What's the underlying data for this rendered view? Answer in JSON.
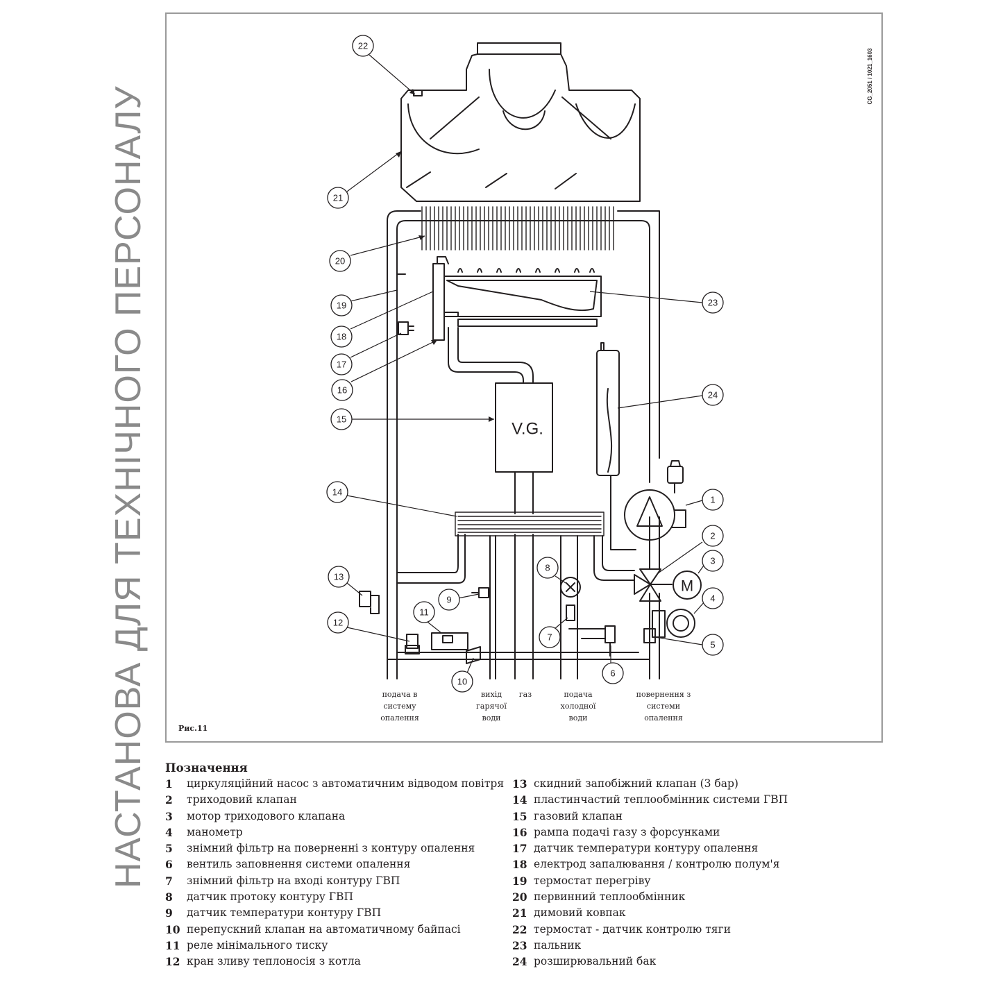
{
  "side_title": "НАСТАНОВА ДЛЯ ТЕХНІЧНОГО ПЕРСОНАЛУ",
  "diagram": {
    "code": "CG_2051 / 1021_1603",
    "fig_label": "Рис.11",
    "vg_label": "V.G.",
    "motor_label": "M",
    "callouts": [
      "1",
      "2",
      "3",
      "4",
      "5",
      "6",
      "7",
      "8",
      "9",
      "10",
      "11",
      "12",
      "13",
      "14",
      "15",
      "16",
      "17",
      "18",
      "19",
      "20",
      "21",
      "22",
      "23",
      "24"
    ],
    "connections": [
      {
        "lines": [
          "подача в",
          "систему",
          "опалення"
        ]
      },
      {
        "lines": [
          "вихід",
          "гарячої",
          "води"
        ]
      },
      {
        "lines": [
          "газ"
        ]
      },
      {
        "lines": [
          "подача",
          "холодної",
          "води"
        ]
      },
      {
        "lines": [
          "повернення з",
          "системи",
          "опалення"
        ]
      }
    ]
  },
  "legend": {
    "title": "Позначення",
    "left": [
      {
        "num": "1",
        "text": "циркуляційний насос з автоматичним відводом повітря"
      },
      {
        "num": "2",
        "text": "триходовий клапан"
      },
      {
        "num": "3",
        "text": "мотор триходового клапана"
      },
      {
        "num": "4",
        "text": "манометр"
      },
      {
        "num": "5",
        "text": "знімний фільтр на поверненні з контуру опалення"
      },
      {
        "num": "6",
        "text": "вентиль заповнення системи опалення"
      },
      {
        "num": "7",
        "text": "знімний фільтр на вході контуру ГВП"
      },
      {
        "num": "8",
        "text": "датчик протоку контуру ГВП"
      },
      {
        "num": "9",
        "text": "датчик температури контуру ГВП"
      },
      {
        "num": "10",
        "text": "перепускний клапан на автоматичному байпасі"
      },
      {
        "num": "11",
        "text": "реле мінімального тиску"
      },
      {
        "num": "12",
        "text": "кран зливу теплоносія з котла"
      }
    ],
    "right": [
      {
        "num": "13",
        "text": "скидний запобіжний клапан (3 бар)"
      },
      {
        "num": "14",
        "text": "пластинчастий теплообмінник системи ГВП"
      },
      {
        "num": "15",
        "text": "газовий клапан"
      },
      {
        "num": "16",
        "text": "рампа подачі газу з форсунками"
      },
      {
        "num": "17",
        "text": "датчик температури контуру опалення"
      },
      {
        "num": "18",
        "text": "електрод запалювання / контролю полум'я"
      },
      {
        "num": "19",
        "text": "термостат перегріву"
      },
      {
        "num": "20",
        "text": "первинний теплообмінник"
      },
      {
        "num": "21",
        "text": "димовий ковпак"
      },
      {
        "num": "22",
        "text": "термостат - датчик контролю тяги"
      },
      {
        "num": "23",
        "text": "пальник"
      },
      {
        "num": "24",
        "text": "розширювальний бак"
      }
    ]
  }
}
